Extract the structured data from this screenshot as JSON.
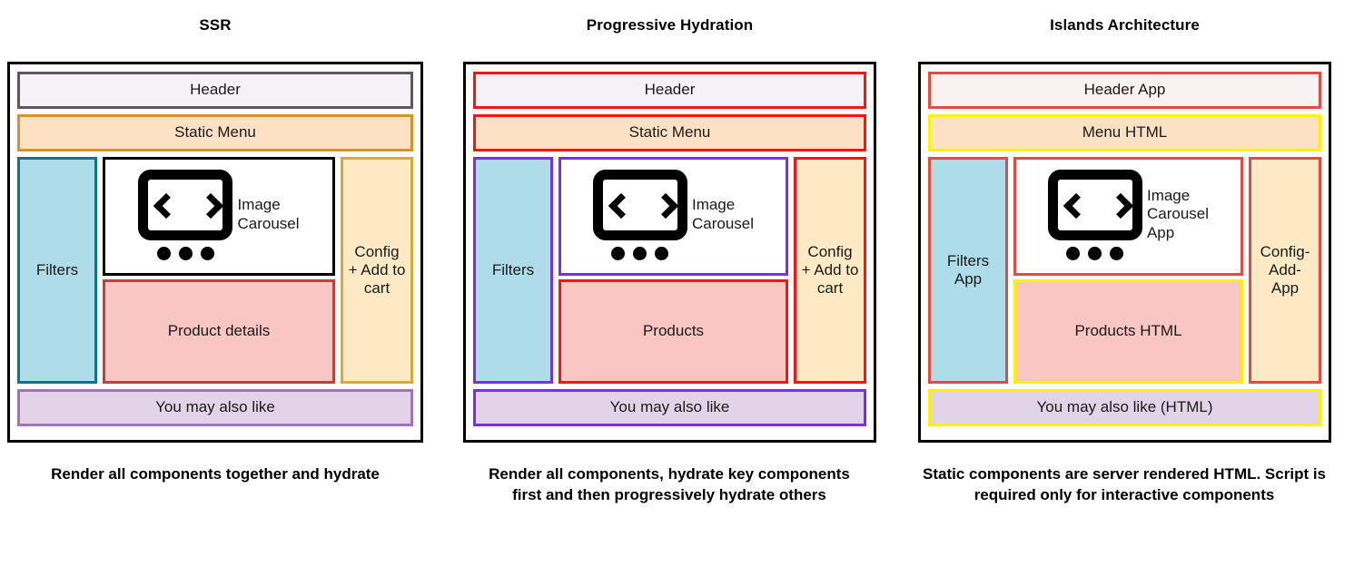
{
  "columns": [
    {
      "title": "SSR",
      "caption": "Render all components together and hydrate",
      "blocks": {
        "header": "Header",
        "menu": "Static Menu",
        "filters": "Filters",
        "carousel_label": "Image\nCarousel",
        "products": "Product details",
        "config": "Config\n+ Add to\ncart",
        "footer": "You may also like"
      },
      "colors": {
        "header_border": "#5a5a5e",
        "header_fill": "#f4f2f7",
        "menu_border": "#d9912a",
        "menu_fill": "#fde1c5",
        "filters_border": "#0d7490",
        "filters_fill": "#aedce8",
        "carousel_border": "#000000",
        "carousel_fill": "#ffffff",
        "products_border": "#b5463c",
        "products_fill": "#f9c6c3",
        "config_border": "#d9a93a",
        "config_fill": "#fdeac4",
        "footer_border": "#a473b5",
        "footer_fill": "#e3d3e9"
      }
    },
    {
      "title": "Progressive Hydration",
      "caption": "Render all components, hydrate key components first and then progressively hydrate others",
      "blocks": {
        "header": "Header",
        "menu": "Static Menu",
        "filters": "Filters",
        "carousel_label": "Image\nCarousel",
        "products": "Products",
        "config": "Config\n+ Add to\ncart",
        "footer": "You may also like"
      },
      "colors": {
        "header_border": "#ff1111",
        "header_fill": "#f4f2f7",
        "menu_border": "#ff1111",
        "menu_fill": "#fde1c5",
        "filters_border": "#7b2ee8",
        "filters_fill": "#aedce8",
        "carousel_border": "#7b2ee8",
        "carousel_fill": "#ffffff",
        "products_border": "#ff1111",
        "products_fill": "#f9c6c3",
        "config_border": "#ff1111",
        "config_fill": "#fdeac4",
        "footer_border": "#7b2ee8",
        "footer_fill": "#e3d3e9"
      }
    },
    {
      "title": "Islands Architecture",
      "caption": "Static components are server rendered HTML. Script is required only for interactive components",
      "blocks": {
        "header": "Header App",
        "menu": "Menu HTML",
        "filters": "Filters\nApp",
        "carousel_label": "Image\nCarousel\nApp",
        "products": "Products HTML",
        "config": "Config-\nAdd-\nApp",
        "footer": "You may also like (HTML)"
      },
      "colors": {
        "header_border": "#e14b42",
        "header_fill": "#f8f2f3",
        "menu_border": "#fff200",
        "menu_fill": "#fde1c5",
        "filters_border": "#e14b42",
        "filters_fill": "#aedce8",
        "carousel_border": "#e14b42",
        "carousel_fill": "#ffffff",
        "products_border": "#fff200",
        "products_fill": "#f9c6c3",
        "config_border": "#e14b42",
        "config_fill": "#fdeac4",
        "footer_border": "#fff200",
        "footer_fill": "#e3d3e9"
      }
    }
  ],
  "icons": {
    "carousel": "image-carousel-icon",
    "prev": "chevron-left-icon",
    "next": "chevron-right-icon",
    "dots": "carousel-dots-icon"
  },
  "panel_border_color": "#000000",
  "caption_style": {
    "color": "#000000"
  }
}
